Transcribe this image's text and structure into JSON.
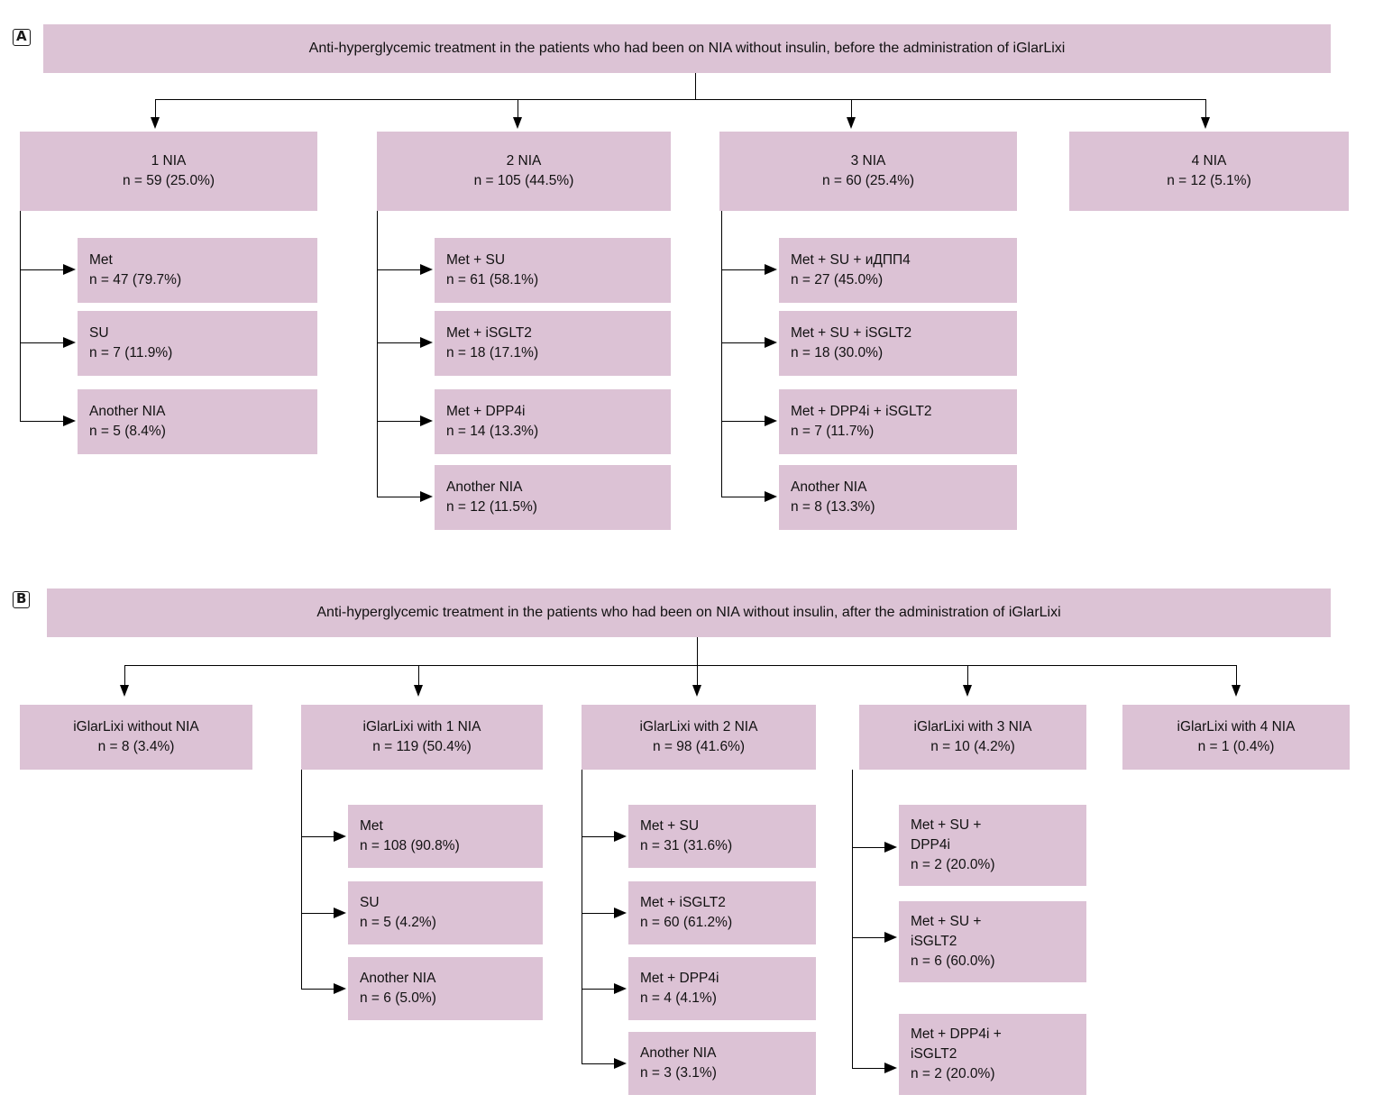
{
  "figure": {
    "panels": [
      {
        "letter": "A",
        "header": "Anti-hyperglycemic treatment in the patients who had been on NIA without insulin, before the administration of iGlarLixi",
        "groups": [
          {
            "title": "1 NIA",
            "count": "n = 59 (25.0%)",
            "children": [
              {
                "label": "Met",
                "count": "n = 47 (79.7%)"
              },
              {
                "label": "SU",
                "count": "n = 7 (11.9%)"
              },
              {
                "label": "Another NIA",
                "count": "n = 5 (8.4%)"
              }
            ]
          },
          {
            "title": "2 NIA",
            "count": "n = 105 (44.5%)",
            "children": [
              {
                "label": "Met + SU",
                "count": "n = 61 (58.1%)"
              },
              {
                "label": "Met + iSGLT2",
                "count": "n = 18 (17.1%)"
              },
              {
                "label": "Met + DPP4i",
                "count": "n = 14 (13.3%)"
              },
              {
                "label": "Another NIA",
                "count": "n = 12 (11.5%)"
              }
            ]
          },
          {
            "title": "3 NIA",
            "count": "n = 60 (25.4%)",
            "children": [
              {
                "label": "Met + SU + иДПП4",
                "count": "n = 27 (45.0%)"
              },
              {
                "label": "Met + SU + iSGLT2",
                "count": "n = 18 (30.0%)"
              },
              {
                "label": "Met + DPP4i + iSGLT2",
                "count": "n = 7 (11.7%)"
              },
              {
                "label": "Another NIA",
                "count": "n = 8 (13.3%)"
              }
            ]
          },
          {
            "title": "4 NIA",
            "count": "n = 12 (5.1%)",
            "children": []
          }
        ]
      },
      {
        "letter": "B",
        "header": "Anti-hyperglycemic treatment in the patients who had been on NIA without insulin, after the administration of iGlarLixi",
        "groups": [
          {
            "title": "iGlarLixi without NIA",
            "count": "n = 8 (3.4%)",
            "children": []
          },
          {
            "title": "iGlarLixi with 1 NIA",
            "count": "n = 119 (50.4%)",
            "children": [
              {
                "label": "Met",
                "count": "n = 108 (90.8%)"
              },
              {
                "label": "SU",
                "count": "n = 5 (4.2%)"
              },
              {
                "label": "Another NIA",
                "count": "n = 6 (5.0%)"
              }
            ]
          },
          {
            "title": "iGlarLixi with 2 NIA",
            "count": "n = 98 (41.6%)",
            "children": [
              {
                "label": "Met + SU",
                "count": "n = 31 (31.6%)"
              },
              {
                "label": "Met + iSGLT2",
                "count": "n = 60 (61.2%)"
              },
              {
                "label": "Met + DPP4i",
                "count": "n = 4 (4.1%)"
              },
              {
                "label": "Another NIA",
                "count": "n = 3 (3.1%)"
              }
            ]
          },
          {
            "title": "iGlarLixi with 3 NIA",
            "count": "n = 10 (4.2%)",
            "children": [
              {
                "label": "Met + SU +\nDPP4i",
                "count": "n = 2 (20.0%)"
              },
              {
                "label": "Met + SU +\niSGLT2",
                "count": "n = 6 (60.0%)"
              },
              {
                "label": "Met + DPP4i +\niSGLT2",
                "count": "n = 2 (20.0%)"
              }
            ]
          },
          {
            "title": "iGlarLixi with 4 NIA",
            "count": "n = 1 (0.4%)",
            "children": []
          }
        ]
      }
    ],
    "colors": {
      "box_fill": "#dcc2d5",
      "header_fill": "#dcc3d5",
      "line": "#000000",
      "text": "#111111",
      "background": "#ffffff"
    }
  }
}
